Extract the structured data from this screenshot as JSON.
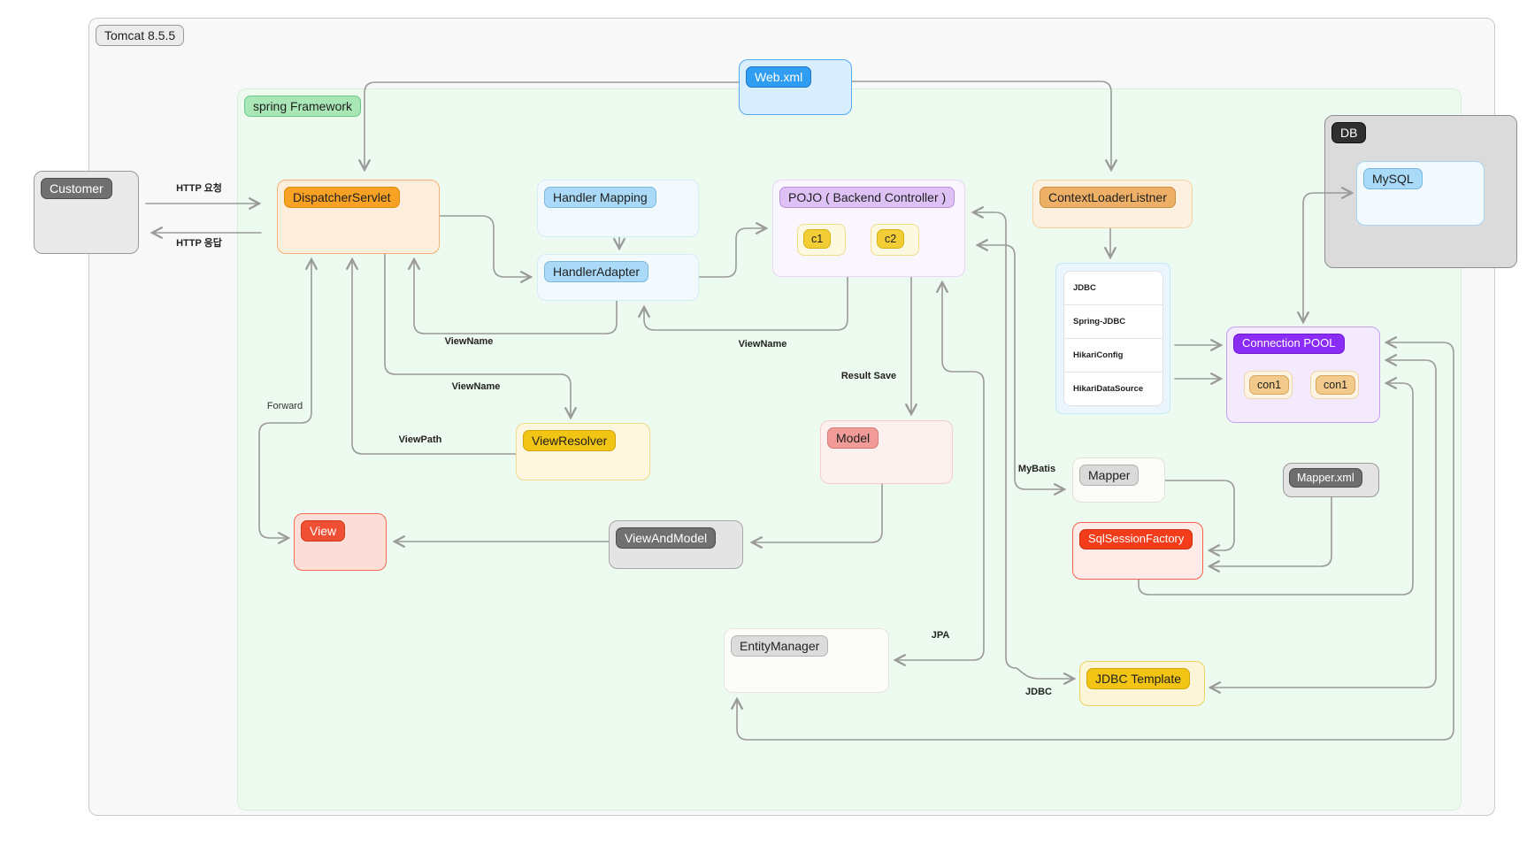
{
  "window": {
    "tomcat_label": "Tomcat 8.5.5"
  },
  "containers": {
    "spring_framework": "spring Framework",
    "db": "DB"
  },
  "nodes": {
    "customer": "Customer",
    "dispatcher_servlet": "DispatcherServlet",
    "handler_mapping": "Handler Mapping",
    "handler_adapter": "HandlerAdapter",
    "web_xml": "Web.xml",
    "pojo": "POJO ( Backend Controller )",
    "c1": "c1",
    "c2": "c2",
    "context_loader_listner": "ContextLoaderListner",
    "mysql": "MySQL",
    "connection_pool": "Connection POOL",
    "con1_a": "con1",
    "con1_b": "con1",
    "model": "Model",
    "view_resolver": "ViewResolver",
    "view": "View",
    "view_and_model": "ViewAndModel",
    "mapper": "Mapper",
    "mapper_xml": "Mapper.xml",
    "sql_session_factory": "SqlSessionFactory",
    "entity_manager": "EntityManager",
    "jdbc_template": "JDBC Template"
  },
  "driver_list": [
    "JDBC",
    "Spring-JDBC",
    "HikariConfig",
    "HikariDataSource"
  ],
  "edge_labels": {
    "http_request": "HTTP 요청",
    "http_response": "HTTP 응답",
    "view_name_adapter": "ViewName",
    "view_name_pojo": "ViewName",
    "view_name_resolver": "ViewName",
    "view_path": "ViewPath",
    "forward": "Forward",
    "result_save": "Result Save",
    "mybatis": "MyBatis",
    "jpa": "JPA",
    "jdbc": "JDBC"
  },
  "colors": {
    "arrow": "#9a9a9a",
    "spring_green": "#a9e8b6",
    "orange_accent": "#f7a125",
    "blue_accent": "#2f9df2",
    "purple_accent": "#8a2cf5",
    "red_accent": "#f23c1a",
    "gold_accent": "#f2c414",
    "dark_pill": "#6e6e6e"
  }
}
